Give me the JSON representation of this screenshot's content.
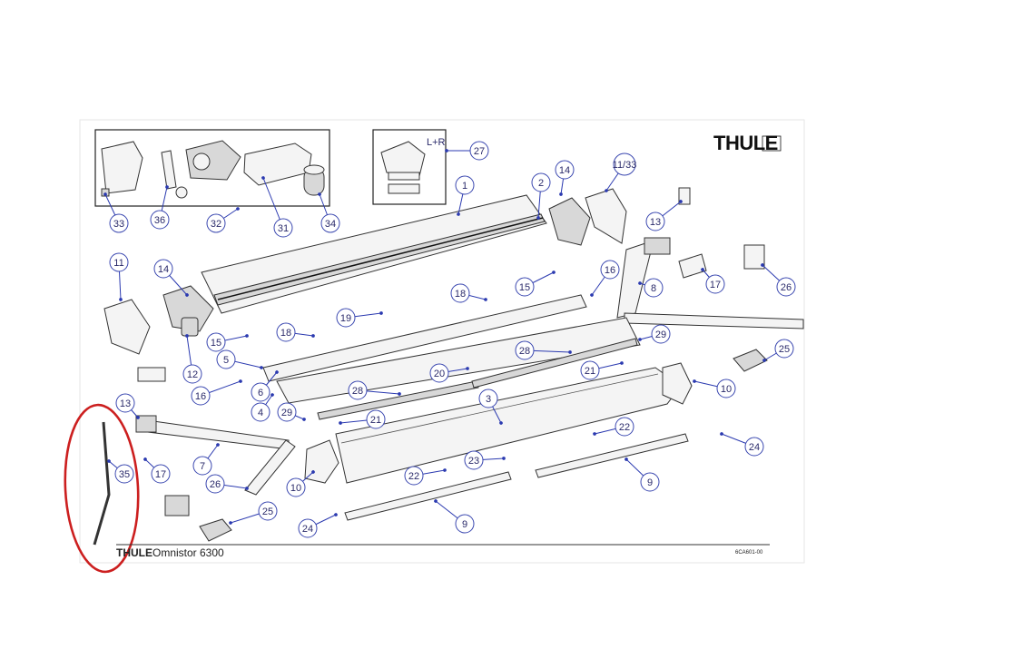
{
  "brand": {
    "logo": "THULE"
  },
  "title": {
    "brand": "THULE",
    "model": "Omnistor 6300"
  },
  "reference": "6CA601-00",
  "lr_note": "L+R",
  "highlight": {
    "part": "35",
    "color": "#cc1f1f"
  },
  "accent_color": "#3b48b0",
  "callouts": [
    {
      "id": "c33",
      "label": "33"
    },
    {
      "id": "c36",
      "label": "36"
    },
    {
      "id": "c32",
      "label": "32"
    },
    {
      "id": "c31",
      "label": "31"
    },
    {
      "id": "c34",
      "label": "34"
    },
    {
      "id": "c27",
      "label": "27"
    },
    {
      "id": "c1",
      "label": "1"
    },
    {
      "id": "c2",
      "label": "2"
    },
    {
      "id": "c14a",
      "label": "14"
    },
    {
      "id": "c1133",
      "label": "11/33"
    },
    {
      "id": "c13a",
      "label": "13"
    },
    {
      "id": "c11",
      "label": "11"
    },
    {
      "id": "c14b",
      "label": "14"
    },
    {
      "id": "c16a",
      "label": "16"
    },
    {
      "id": "c8",
      "label": "8"
    },
    {
      "id": "c17a",
      "label": "17"
    },
    {
      "id": "c26a",
      "label": "26"
    },
    {
      "id": "c15a",
      "label": "15"
    },
    {
      "id": "c18a",
      "label": "18"
    },
    {
      "id": "c19",
      "label": "19"
    },
    {
      "id": "c15b",
      "label": "15"
    },
    {
      "id": "c18b",
      "label": "18"
    },
    {
      "id": "c12",
      "label": "12"
    },
    {
      "id": "c29a",
      "label": "29"
    },
    {
      "id": "c28a",
      "label": "28"
    },
    {
      "id": "c25a",
      "label": "25"
    },
    {
      "id": "c5",
      "label": "5"
    },
    {
      "id": "c20",
      "label": "20"
    },
    {
      "id": "c21a",
      "label": "21"
    },
    {
      "id": "c16b",
      "label": "16"
    },
    {
      "id": "c6",
      "label": "6"
    },
    {
      "id": "c10a",
      "label": "10"
    },
    {
      "id": "c28b",
      "label": "28"
    },
    {
      "id": "c3",
      "label": "3"
    },
    {
      "id": "c4",
      "label": "4"
    },
    {
      "id": "c29b",
      "label": "29"
    },
    {
      "id": "c21b",
      "label": "21"
    },
    {
      "id": "c13b",
      "label": "13"
    },
    {
      "id": "c22a",
      "label": "22"
    },
    {
      "id": "c24a",
      "label": "24"
    },
    {
      "id": "c35",
      "label": "35"
    },
    {
      "id": "c17b",
      "label": "17"
    },
    {
      "id": "c7",
      "label": "7"
    },
    {
      "id": "c23",
      "label": "23"
    },
    {
      "id": "c22b",
      "label": "22"
    },
    {
      "id": "c9a",
      "label": "9"
    },
    {
      "id": "c10b",
      "label": "10"
    },
    {
      "id": "c26b",
      "label": "26"
    },
    {
      "id": "c25b",
      "label": "25"
    },
    {
      "id": "c9b",
      "label": "9"
    },
    {
      "id": "c24b",
      "label": "24"
    }
  ]
}
